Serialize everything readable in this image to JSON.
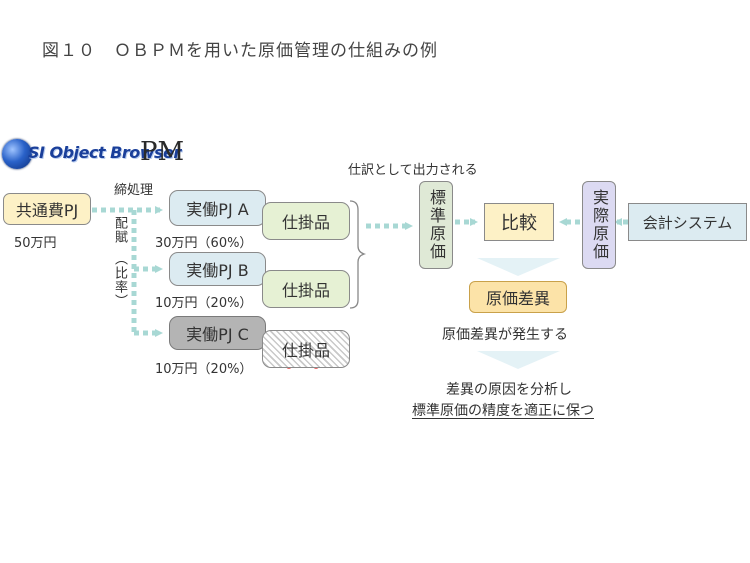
{
  "title": "図１０　ＯＢＰＭを用いた原価管理の仕組みの例",
  "logo": {
    "name": "SI Object Browser",
    "suffix": "PM"
  },
  "common": {
    "label": "共通費PJ",
    "amount": "50万円"
  },
  "process_labels": {
    "closing": "締処理",
    "allocation": "配賦",
    "ratio": "（比率）"
  },
  "projects": [
    {
      "label": "実働PJ A",
      "amount": "30万円（60%）",
      "wip": "仕掛品"
    },
    {
      "label": "実働PJ B",
      "amount": "10万円（20%）",
      "wip": "仕掛品"
    },
    {
      "label": "実働PJ C",
      "amount": "10万円（20%）",
      "wip": "仕掛品"
    }
  ],
  "journal_note": "仕訳として出力される",
  "standard_cost": "標準原価",
  "actual_cost": "実際原価",
  "compare": "比較",
  "accounting": "会計システム",
  "variance": "原価差異",
  "variance_note": "原価差異が発生する",
  "analysis": [
    "差異の原因を分析し",
    "標準原価の精度を適正に保つ"
  ],
  "colors": {
    "arrow": "#a8d8d4",
    "cross": "#e86a6a",
    "pj": "#fdf1c6",
    "actual": "#dcebf1",
    "wip": "#e6f1d4"
  }
}
